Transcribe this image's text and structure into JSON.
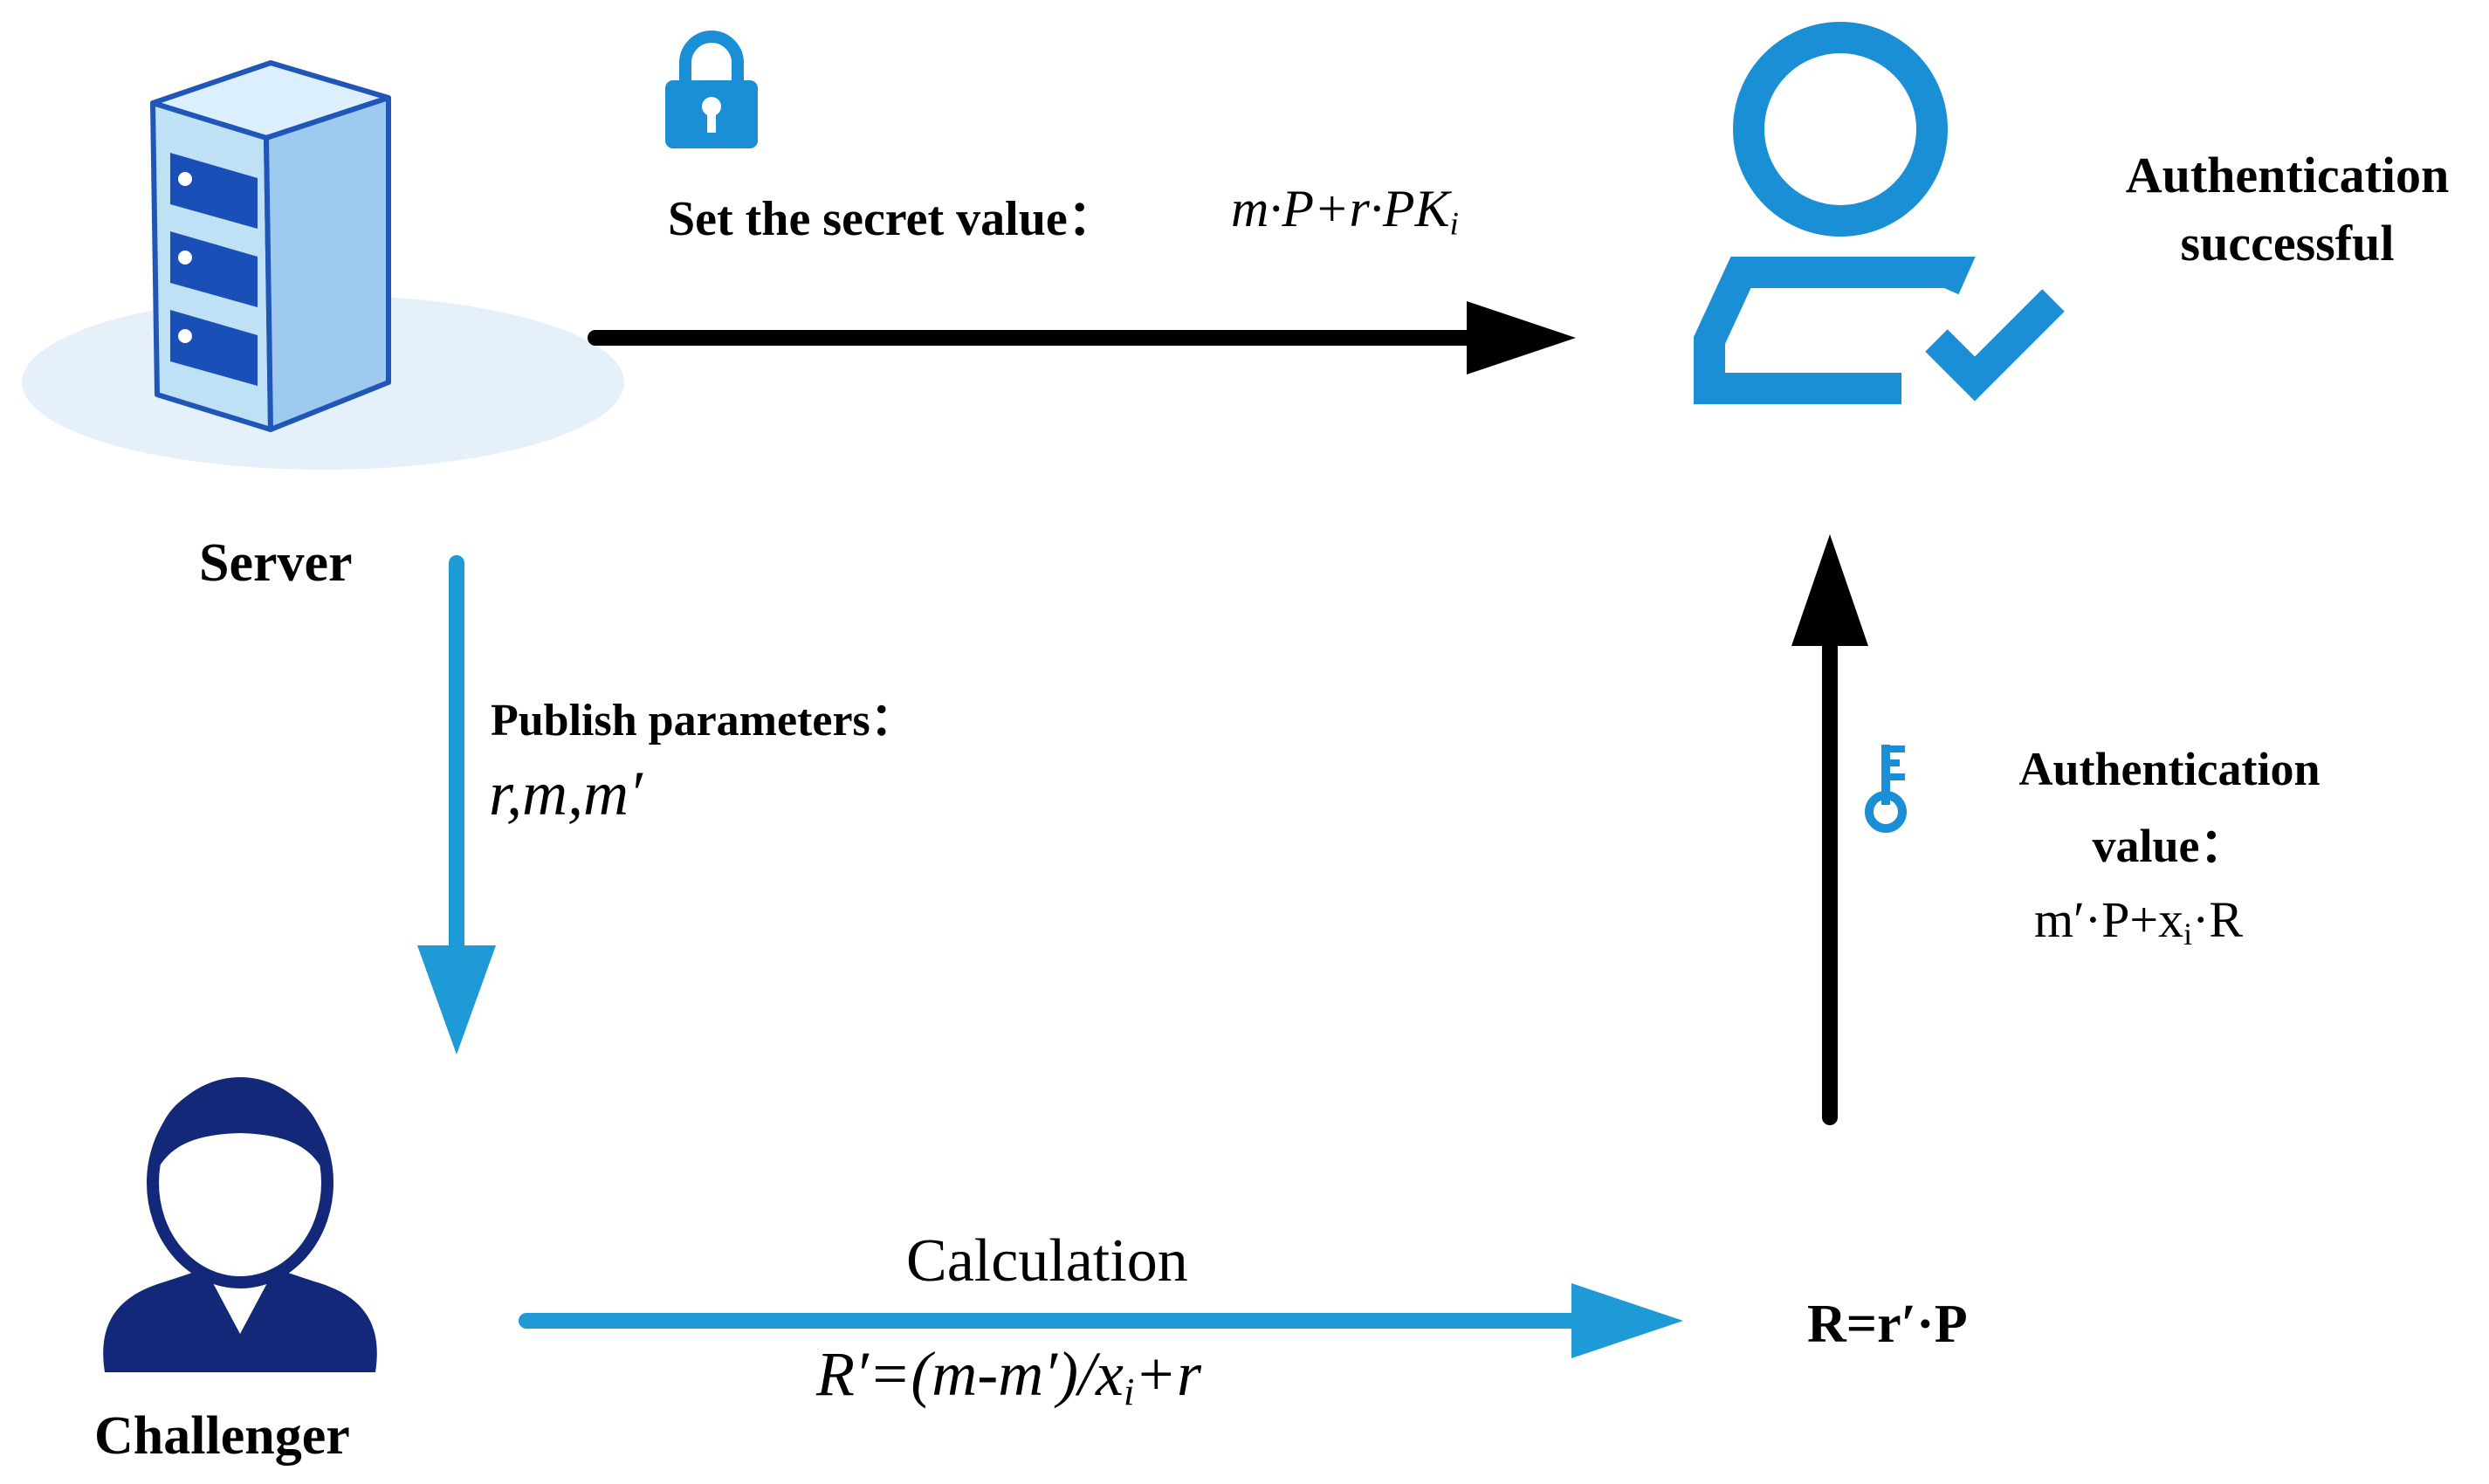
{
  "colors": {
    "black_arrow": "#000000",
    "blue_arrow": "#1e9ad6",
    "icon_blue": "#1a8fd6",
    "server_front": "#bfe1f6",
    "server_side": "#9fcaf0",
    "server_top": "#dcefff",
    "server_outline": "#1f56b8",
    "drive_bay": "#1b4fb8",
    "server_shadow": "#e6f0fb",
    "challenger": "#14287a"
  },
  "icons": {
    "server": "server-icon",
    "lock": "padlock-icon",
    "user_check": "user-check-icon",
    "key": "key-icon",
    "challenger": "person-icon"
  },
  "server": {
    "label": "Server"
  },
  "challenger": {
    "label": "Challenger"
  },
  "secret": {
    "label": "Set the secret value：",
    "expr": "m·P+r·PK",
    "expr_sub": "i"
  },
  "auth_success": {
    "line1": "Authentication",
    "line2": "successful"
  },
  "publish": {
    "label": "Publish parameters：",
    "params": "r,m,m′"
  },
  "auth_value": {
    "line1": "Authentication",
    "line2": "value：",
    "expr_a": "m′·P+x",
    "expr_sub": "i",
    "expr_b": "·R"
  },
  "calculation": {
    "label": "Calculation",
    "expr_a": "R′=(m-m′)/x",
    "expr_sub": "i",
    "expr_b": "+r"
  },
  "result": {
    "label": "R=r′·P"
  }
}
